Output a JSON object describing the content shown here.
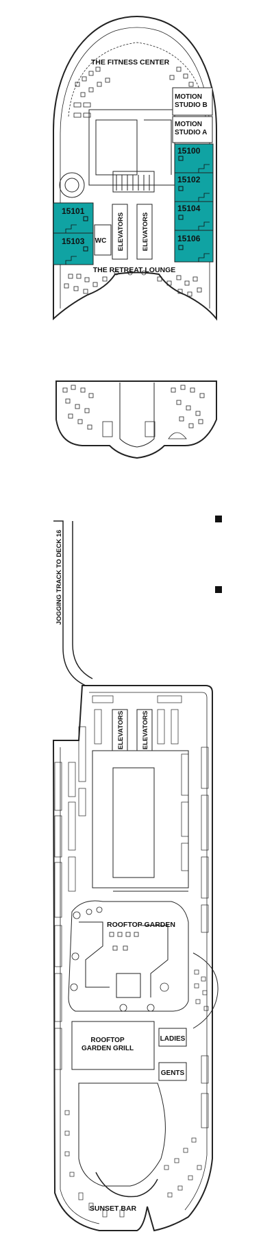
{
  "colors": {
    "stateroom_fill": "#10a3a3",
    "line": "#222222",
    "background": "#ffffff",
    "legend_square": "#111111"
  },
  "legend": {
    "markers": [
      {
        "icon": "black-square-icon",
        "label": ""
      },
      {
        "icon": "black-square-icon",
        "label": ""
      }
    ]
  },
  "deck15": {
    "venues": {
      "fitness_center": "THE FITNESS CENTER",
      "motion_studio_b_line1": "MOTION",
      "motion_studio_b_line2": "STUDIO B",
      "motion_studio_a_line1": "MOTION",
      "motion_studio_a_line2": "STUDIO A",
      "retreat_lounge": "THE RETREAT LOUNGE",
      "wc": "WC",
      "elevators_left": "ELEVATORS",
      "elevators_right": "ELEVATORS"
    },
    "staterooms": [
      "15100",
      "15102",
      "15104",
      "15106",
      "15101",
      "15103"
    ]
  },
  "deck16": {
    "jogging_track": "JOGGING TRACK TO DECK 16",
    "elevators_left": "ELEVATORS",
    "elevators_right": "ELEVATORS",
    "rooftop_garden": "ROOFTOP GARDEN",
    "rooftop_grill_line1": "ROOFTOP",
    "rooftop_grill_line2": "GARDEN GRILL",
    "ladies": "LADIES",
    "gents": "GENTS",
    "sunset_bar": "SUNSET BAR"
  }
}
